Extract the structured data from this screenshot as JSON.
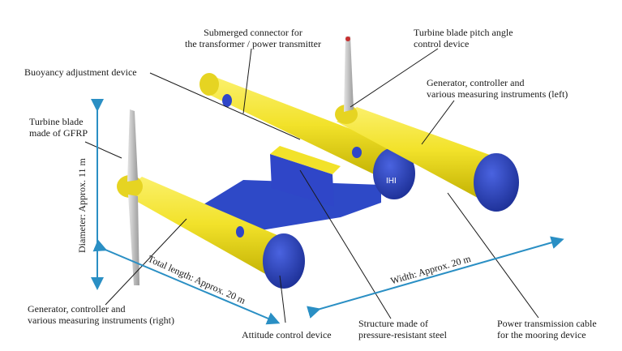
{
  "labels": {
    "submerged_connector": [
      "Submerged connector for",
      "the transformer / power transmitter"
    ],
    "pitch_control": [
      "Turbine blade pitch angle",
      "control device"
    ],
    "buoyancy": [
      "Buoyancy adjustment device"
    ],
    "generator_left": [
      "Generator, controller and",
      "various measuring instruments (left)"
    ],
    "turbine_blade": [
      "Turbine blade",
      "made of GFRP"
    ],
    "generator_right": [
      "Generator, controller and",
      "various measuring instruments (right)"
    ],
    "attitude": [
      "Attitude control device"
    ],
    "structure": [
      "Structure made of",
      "pressure-resistant steel"
    ],
    "cable": [
      "Power transmission cable",
      "for the mooring device"
    ]
  },
  "dimensions": {
    "diameter": "Diameter: Approx. 11 m",
    "total_length": "Total length: Approx. 20 m",
    "width": "Width: Approx. 20 m"
  },
  "nacelle_marking": "IHI",
  "colors": {
    "hull_yellow": "#f2e22a",
    "hull_shadow": "#c9b800",
    "dome_blue": "#2f46c8",
    "dome_dark": "#1c2f95",
    "deck_blue": "#2e49c7",
    "dim_arrow": "#2a8fc4",
    "blade": "#c8c8c8"
  }
}
